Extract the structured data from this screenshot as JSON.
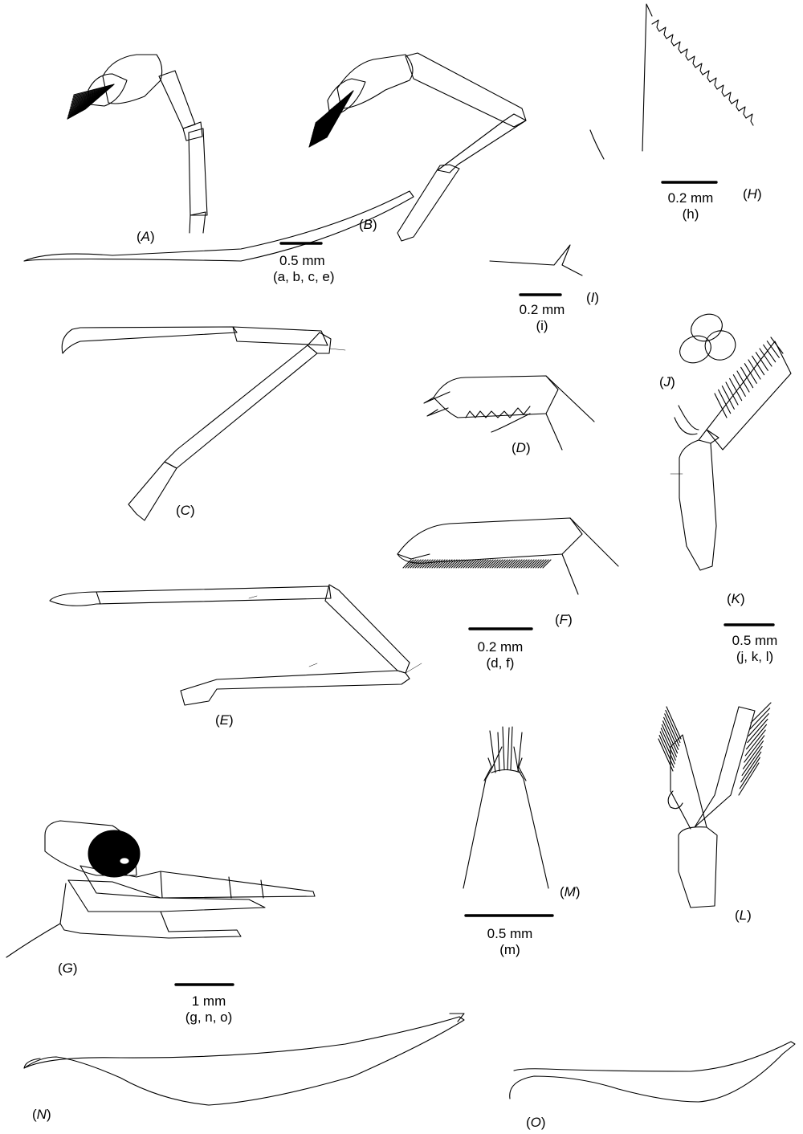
{
  "panels": [
    {
      "id": "A",
      "label": "A"
    },
    {
      "id": "B",
      "label": "B"
    },
    {
      "id": "C",
      "label": "C"
    },
    {
      "id": "D",
      "label": "D"
    },
    {
      "id": "E",
      "label": "E"
    },
    {
      "id": "F",
      "label": "F"
    },
    {
      "id": "G",
      "label": "G"
    },
    {
      "id": "H",
      "label": "H"
    },
    {
      "id": "I",
      "label": "I"
    },
    {
      "id": "J",
      "label": "J"
    },
    {
      "id": "K",
      "label": "K"
    },
    {
      "id": "L",
      "label": "L"
    },
    {
      "id": "M",
      "label": "M"
    },
    {
      "id": "N",
      "label": "N"
    },
    {
      "id": "O",
      "label": "O"
    }
  ],
  "scale_bars": [
    {
      "id": "sb-abce",
      "length": "0.5 mm",
      "applies_to": "(a, b, c, e)"
    },
    {
      "id": "sb-h",
      "length": "0.2 mm",
      "applies_to": "(h)"
    },
    {
      "id": "sb-i",
      "length": "0.2 mm",
      "applies_to": "(i)"
    },
    {
      "id": "sb-df",
      "length": "0.2 mm",
      "applies_to": "(d, f)"
    },
    {
      "id": "sb-jkl",
      "length": "0.5 mm",
      "applies_to": "(j, k, l)"
    },
    {
      "id": "sb-m",
      "length": "0.5 mm",
      "applies_to": "(m)"
    },
    {
      "id": "sb-gno",
      "length": "1 mm",
      "applies_to": "(g, n, o)"
    }
  ]
}
